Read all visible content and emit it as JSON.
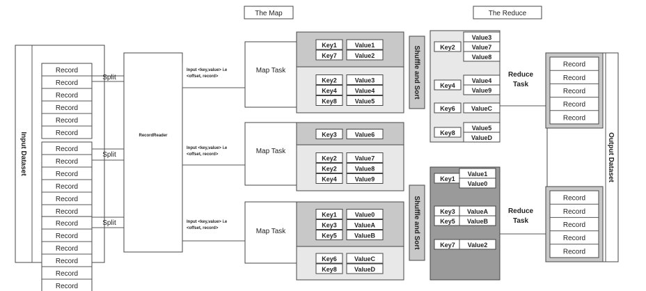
{
  "headers": {
    "map": "The Map",
    "reduce": "The Reduce"
  },
  "input_dataset": "Input Dataset",
  "output_dataset": "Output Dataset",
  "record_label": "Record",
  "split_label": "Split",
  "record_reader": "RecordReader",
  "input_note": {
    "line1": "Input <key,value> i.e",
    "line2": "<offset, record>"
  },
  "map_task": "Map Task",
  "shuffle_sort": "Shuffle and Sort",
  "reduce_task": {
    "line1": "Reduce",
    "line2": "Task"
  },
  "map_blocks": [
    {
      "top": [
        [
          "Key1",
          "Value1"
        ],
        [
          "Key7",
          "Value2"
        ]
      ],
      "bottom": [
        [
          "Key2",
          "Value3"
        ],
        [
          "Key4",
          "Value4"
        ],
        [
          "Key8",
          "Value5"
        ]
      ]
    },
    {
      "top": [
        [
          "Key3",
          "Value6"
        ]
      ],
      "bottom": [
        [
          "Key2",
          "Value7"
        ],
        [
          "Key2",
          "Value8"
        ],
        [
          "Key4",
          "Value9"
        ]
      ]
    },
    {
      "top": [
        [
          "Key1",
          "Value0"
        ],
        [
          "Key3",
          "ValueA"
        ],
        [
          "Key5",
          "ValueB"
        ]
      ],
      "bottom": [
        [
          "Key6",
          "ValueC"
        ],
        [
          "Key8",
          "ValueD"
        ]
      ]
    }
  ],
  "reduce_top": [
    {
      "key": "Key2",
      "values": [
        "Value3",
        "Value7",
        "Value8"
      ]
    },
    {
      "key": "Key4",
      "values": [
        "Value4",
        "Value9"
      ]
    },
    {
      "key": "Key6",
      "values": [
        "ValueC"
      ]
    },
    {
      "key": "Key8",
      "values": [
        "Value5",
        "ValueD"
      ]
    }
  ],
  "reduce_bottom": [
    {
      "key": "Key1",
      "values": [
        "Value1",
        "Value0"
      ]
    },
    {
      "key": "Key3",
      "values": [
        "ValueA"
      ]
    },
    {
      "key": "Key5",
      "values": [
        "ValueB"
      ]
    },
    {
      "key": "Key7",
      "values": [
        "Value2"
      ]
    }
  ]
}
